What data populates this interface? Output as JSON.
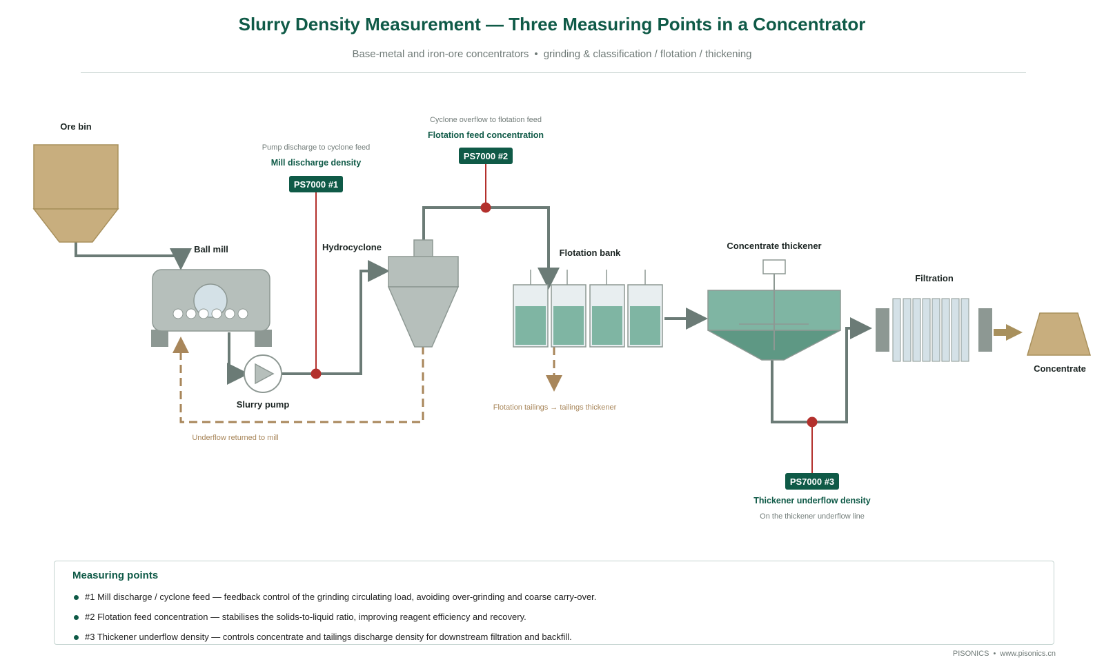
{
  "title": "Slurry Density Measurement — Three Measuring Points in a Concentrator",
  "subtitle": {
    "part1": "Base-metal and iron-ore concentrators",
    "separator": "•",
    "part2": "grinding & classification / flotation / thickening"
  },
  "equipment": {
    "ore_bin": "Ore bin",
    "ball_mill": "Ball mill",
    "slurry_pump": "Slurry pump",
    "hydrocyclone": "Hydrocyclone",
    "flotation_bank": "Flotation bank",
    "concentrate_thickener": "Concentrate thickener",
    "filtration": "Filtration",
    "concentrate": "Concentrate"
  },
  "measuring_points": [
    {
      "tag": "PS7000 #1",
      "name": "Mill discharge density",
      "location": "Pump discharge to cyclone feed"
    },
    {
      "tag": "PS7000 #2",
      "name": "Flotation feed concentration",
      "location": "Cyclone overflow to flotation feed"
    },
    {
      "tag": "PS7000 #3",
      "name": "Thickener underflow density",
      "location": "On the thickener underflow line"
    }
  ],
  "flow_notes": {
    "underflow_return": "Underflow returned to mill",
    "flotation_tailings": "Flotation tailings → tailings thickener"
  },
  "legend": {
    "title": "Measuring points",
    "items": [
      "#1 Mill discharge / cyclone feed — feedback control of the grinding circulating load, avoiding over-grinding and coarse carry-over.",
      "#2 Flotation feed concentration — stabilises the solids-to-liquid ratio, improving reagent efficiency and recovery.",
      "#3 Thickener underflow density — controls concentrate and tailings discharge density for downstream filtration and backfill."
    ]
  },
  "footer": {
    "brand": "PISONICS",
    "separator": "•",
    "url": "www.pisonics.cn"
  },
  "colors": {
    "accent": "#0f5a47",
    "pipe": "#6b7b76",
    "sensor": "#b3302c",
    "ore": "#c8ae7e",
    "equipment": "#b6bfbb",
    "water": "#7fb5a3"
  }
}
